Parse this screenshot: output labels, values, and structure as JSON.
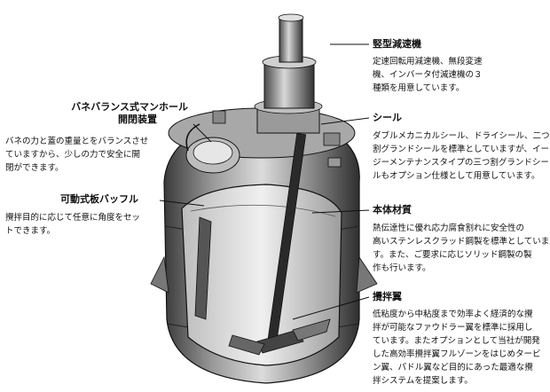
{
  "callouts": [
    {
      "id": "gearbox",
      "title": "竪型減速機",
      "lines": [
        "定速回転用減速機、無段変速",
        "機、インバータ付減速機の３",
        "種類を用意しています。"
      ]
    },
    {
      "id": "seal",
      "title": "シール",
      "lines": [
        "ダブルメカニカルシール、ドライシール、二つ",
        "割グランドシールを標準としていますが、イー",
        "ジーメンテナンスタイプの三つ割グランドシー",
        "ルもオプション仕様として用意しています。"
      ]
    },
    {
      "id": "manhole",
      "title_lines": [
        "バネバランス式マンホール",
        "開閉装置"
      ],
      "lines": [
        "バネの力と蓋の重量とをバランスさせ",
        "ていますから、少しの力で安全に開",
        "閉ができます。"
      ]
    },
    {
      "id": "baffle",
      "title": "可動式板バッフル",
      "lines": [
        "攪拌目的に応じて任意に角度をセッ",
        "トできます。"
      ]
    },
    {
      "id": "body",
      "title": "本体材質",
      "lines": [
        "熱伝達性に優れ応力腐食割れに安全性の",
        "高いステンレスクラッド鋼製を標準としていま",
        "す。また、ご要求に応じソリッド鋼製の製",
        "作も行います。"
      ]
    },
    {
      "id": "impeller",
      "title": "攪拌翼",
      "lines": [
        "低粘度から中粘度まで効率よく経済的な攪",
        "拌が可能なファウドラー翼を標準に採用し",
        "ています。またオプションとして当社が開発",
        "した高効率攪拌翼フルゾーンをはじめタービ",
        "ン翼、パドル翼など目的にあった最適な攪",
        "拌システムを提案します。"
      ]
    }
  ],
  "colors": {
    "ink": "#111111",
    "shell": "#8a8a8a",
    "shell_light": "#c9c9c9",
    "shell_dark": "#3a3a3a",
    "background": "#ffffff"
  }
}
